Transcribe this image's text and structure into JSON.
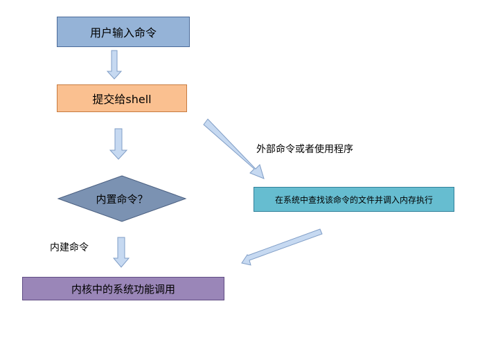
{
  "nodes": {
    "input_command": {
      "label": "用户输入命令",
      "fill": "#95b3d7"
    },
    "submit_shell": {
      "label": "提交给shell",
      "fill": "#fac090"
    },
    "is_builtin": {
      "label": "内置命令？",
      "fill": "#7b92b2"
    },
    "search_exec": {
      "label": "在系统中查找该命令的文件并调入内存执行",
      "fill": "#66bdd0"
    },
    "kernel_call": {
      "label": "内核中的系统功能调用",
      "fill": "#9a86b8"
    }
  },
  "edges": {
    "external_label": "外部命令或者使用程序",
    "builtin_label": "内建命令"
  },
  "colors": {
    "arrow_fill": "#c6d9f1",
    "arrow_stroke": "#7f9dc6",
    "diamond_stroke": "#4a5f80"
  }
}
